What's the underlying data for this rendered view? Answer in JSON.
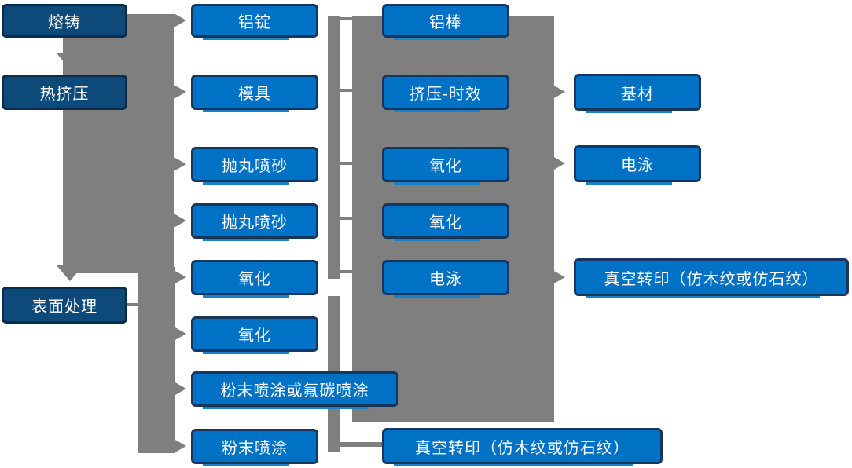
{
  "diagram": {
    "type": "flowchart",
    "columns": [
      {
        "id": "process-stages",
        "items": [
          {
            "label": "熔铸"
          },
          {
            "label": "热挤压"
          },
          {
            "label": "表面处理"
          }
        ]
      },
      {
        "id": "preparation-steps",
        "items": [
          {
            "label": "铝锭"
          },
          {
            "label": "模具"
          },
          {
            "label": "抛丸喷砂"
          },
          {
            "label": "抛丸喷砂"
          },
          {
            "label": "氧化"
          },
          {
            "label": "氧化"
          },
          {
            "label": "粉末喷涂或氟碳喷涂"
          },
          {
            "label": "粉末喷涂"
          }
        ]
      },
      {
        "id": "treatment-steps",
        "items": [
          {
            "label": "铝棒"
          },
          {
            "label": "挤压-时效"
          },
          {
            "label": "氧化"
          },
          {
            "label": "氧化"
          },
          {
            "label": "电泳"
          },
          {
            "label": "真空转印（仿木纹或仿石纹）"
          }
        ]
      },
      {
        "id": "finish-outputs",
        "items": [
          {
            "label": "基材"
          },
          {
            "label": "电泳"
          },
          {
            "label": "真空转印（仿木纹或仿石纹）"
          }
        ]
      }
    ],
    "edges": [
      {
        "from": "熔铸",
        "to": "热挤压"
      },
      {
        "from": "热挤压",
        "to": "表面处理"
      },
      {
        "from": "熔铸",
        "to": "铝锭"
      },
      {
        "from": "热挤压",
        "to": "模具"
      },
      {
        "from": "表面处理",
        "to": "抛丸喷砂 (1)"
      },
      {
        "from": "表面处理",
        "to": "抛丸喷砂 (2)"
      },
      {
        "from": "表面处理",
        "to": "氧化 (1)"
      },
      {
        "from": "表面处理",
        "to": "氧化 (2)"
      },
      {
        "from": "表面处理",
        "to": "粉末喷涂或氟碳喷涂"
      },
      {
        "from": "表面处理",
        "to": "粉末喷涂"
      },
      {
        "from": "铝锭",
        "to": "铝棒"
      },
      {
        "from": "模具",
        "to": "挤压-时效"
      },
      {
        "from": "抛丸喷砂 (1)",
        "to": "氧化"
      },
      {
        "from": "抛丸喷砂 (2)",
        "to": "氧化"
      },
      {
        "from": "氧化",
        "to": "电泳"
      },
      {
        "from": "粉末喷涂",
        "to": "真空转印（仿木纹或仿石纹）"
      },
      {
        "from": "挤压-时效",
        "to": "基材"
      },
      {
        "from": "氧化",
        "to": "电泳"
      },
      {
        "from": "电泳",
        "to": "真空转印（仿木纹或仿石纹）"
      }
    ],
    "colors": {
      "node_fill": "#0072C6",
      "node_fill_dark": "#0D4A7A",
      "node_border": "#17365D",
      "node_border_dark": "#092C4C",
      "connector_gray": "#7F7F7F",
      "text": "#FFFFFF",
      "background": "#FFFFFF"
    }
  }
}
